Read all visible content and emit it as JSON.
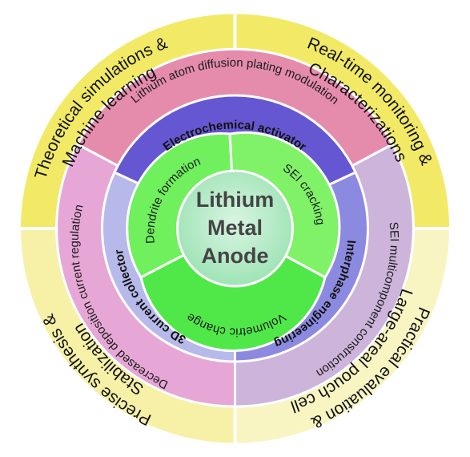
{
  "center": {
    "lines": [
      "Lithium",
      "Metal",
      "Anode"
    ]
  },
  "outer_ring": {
    "top_left": [
      "Theoretical simulations &",
      "Machine learning"
    ],
    "top_right": [
      "Real-time monitoring &",
      "Characterizations"
    ],
    "bottom_left": [
      "Precise synthesis &",
      "Stabilization"
    ],
    "bottom_right": [
      "Practical evaluation &",
      "Large-areal pouch cell"
    ]
  },
  "middle_ring": {
    "top": "Lithium atom diffusion plating modulation",
    "left": "Decreased deposition current regulation",
    "right": "SEI multicomponent construction"
  },
  "strategy_ring": {
    "top": "Electrochemical activator",
    "left": "3D current collector",
    "right": "Interphase engineering"
  },
  "challenge_ring": {
    "upper_left": "Dendrite formation",
    "upper_right": "SEI cracking",
    "bottom": "Volumetric change"
  },
  "colors": {
    "outer_yellow": "#f2ea66",
    "outer_yellow_light": "#f7f3b0",
    "top_pink": "#e58cad",
    "left_pink": "#e6a7d6",
    "right_lavender": "#cdb4da",
    "strategy_top": "#6557d1",
    "strategy_left": "#b6b9ea",
    "strategy_right": "#8c8ae0",
    "challenge_green_light": "#7ff268",
    "challenge_green": "#4fe848",
    "center_fill": "#a9e7bd"
  }
}
